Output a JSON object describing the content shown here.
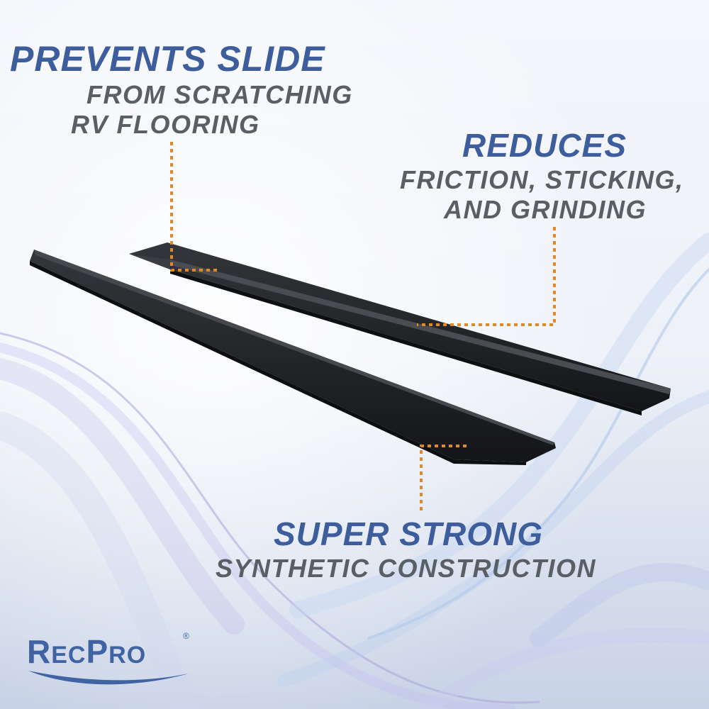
{
  "callouts": {
    "prevents": {
      "heading": "PREVENTS SLIDE",
      "line1": "FROM SCRATCHING",
      "line2": "RV FLOORING"
    },
    "reduces": {
      "heading": "REDUCES",
      "line1": "FRICTION, STICKING,",
      "line2": "AND GRINDING"
    },
    "strong": {
      "heading": "SUPER STRONG",
      "line1": "SYNTHETIC CONSTRUCTION"
    }
  },
  "logo": {
    "r": "R",
    "ec": "EC",
    "p": "P",
    "ro": "RO",
    "registered": "®"
  },
  "colors": {
    "heading": "#3d5d9c",
    "subtext": "#5a5f66",
    "leader": "#e0892b",
    "strip": "#1b1c1f",
    "logo": "#3f63a3"
  }
}
